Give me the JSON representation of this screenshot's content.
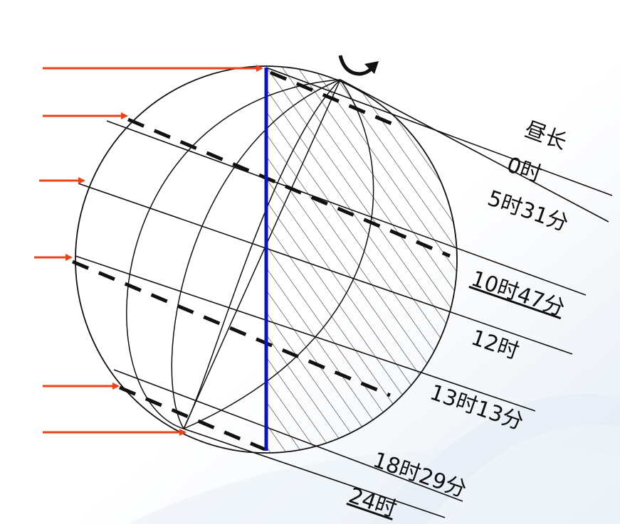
{
  "diagram": {
    "header_label": "昼长",
    "day_length_labels": [
      {
        "text": "0时",
        "underline": false
      },
      {
        "text": "5时31分",
        "underline": false
      },
      {
        "text": "10时47分",
        "underline": true
      },
      {
        "text": "12时",
        "underline": false
      },
      {
        "text": "13时13分",
        "underline": false
      },
      {
        "text": "18时29分",
        "underline": false
      },
      {
        "text": "24时",
        "underline": true
      }
    ],
    "colors": {
      "sun_rays": "#e8431b",
      "terminator": "#0a14b8",
      "outline": "#111111",
      "hatching": "#333333",
      "background_tint": "#e6eef6"
    },
    "icons": {
      "rotation_direction": "curved-arrow-icon",
      "sun_ray": "arrow-right-icon"
    }
  }
}
